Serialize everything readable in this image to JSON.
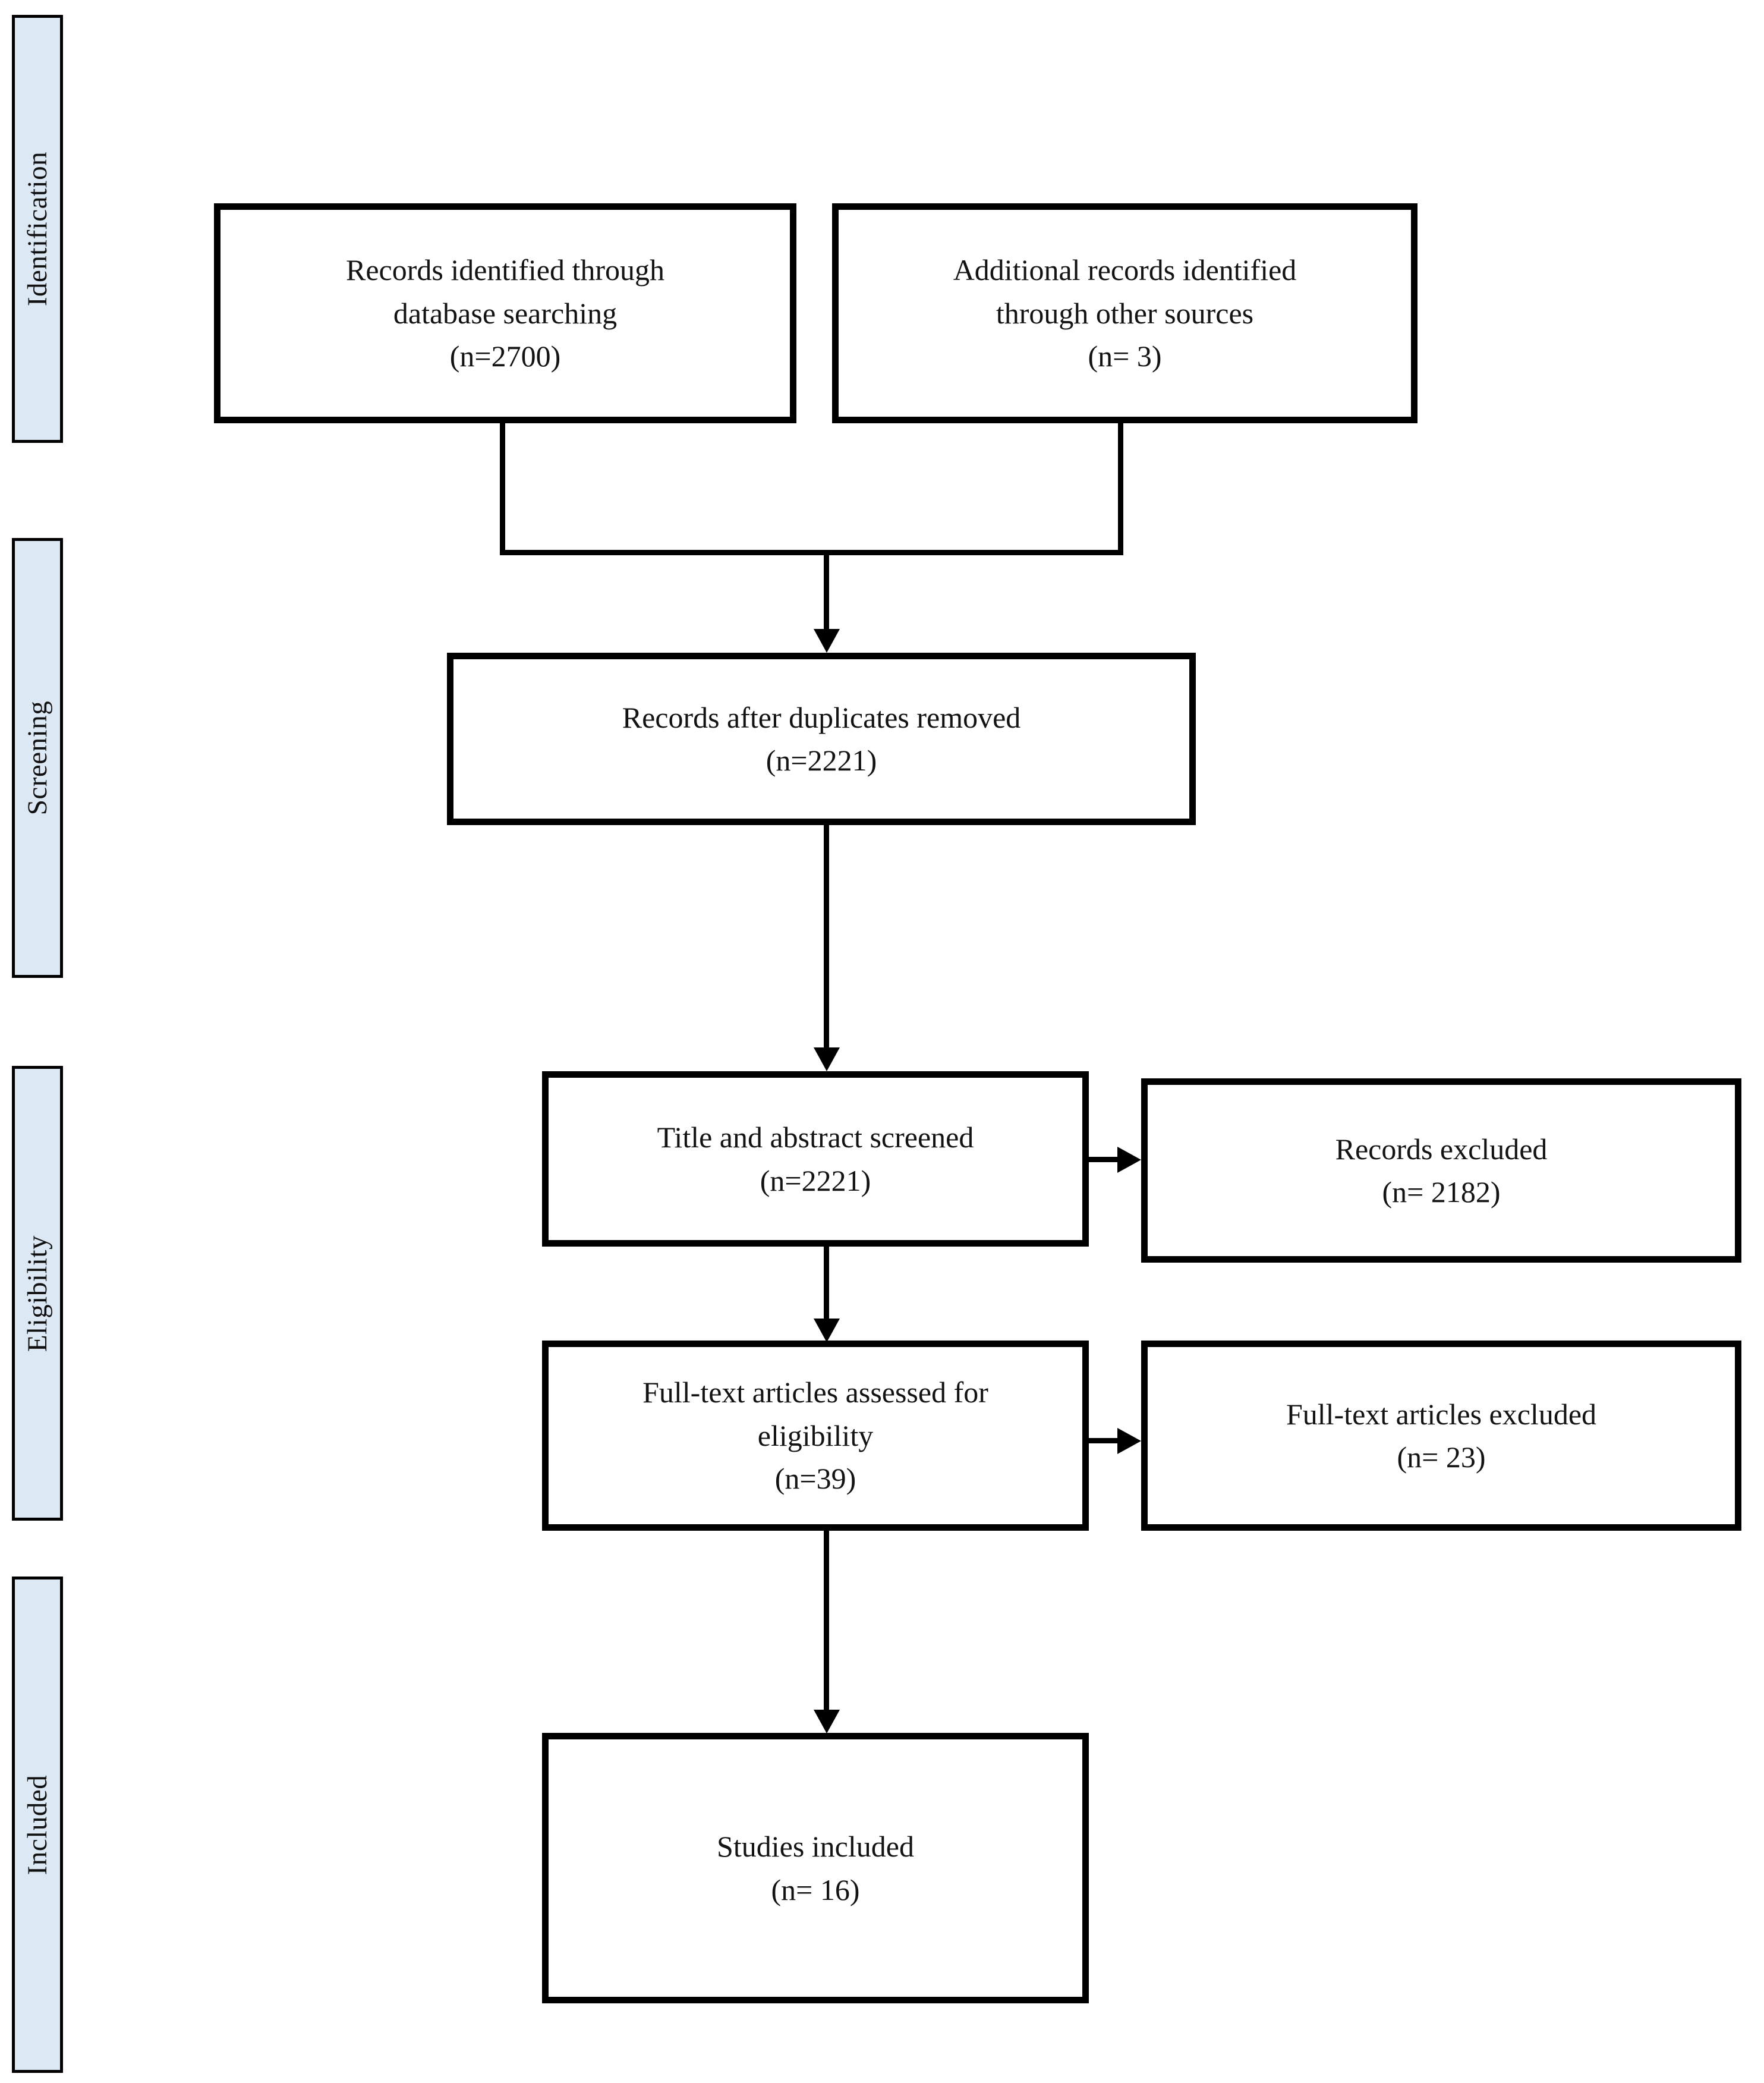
{
  "diagram": {
    "type": "prisma-flow-diagram",
    "accent_color": "#dde8f5",
    "line_color": "#000000",
    "stages": [
      {
        "id": "identification",
        "label": "Identification"
      },
      {
        "id": "screening",
        "label": "Screening"
      },
      {
        "id": "eligibility",
        "label": "Eligibility"
      },
      {
        "id": "included",
        "label": "Included"
      }
    ],
    "boxes": {
      "database_search": {
        "line1": "Records identified through",
        "line2": "database searching",
        "count": "(n=2700)"
      },
      "other_sources": {
        "line1": "Additional records identified",
        "line2": "through other sources",
        "count": "(n= 3)"
      },
      "duplicates_removed": {
        "line1": "Records after duplicates removed",
        "count": "(n=2221)"
      },
      "title_abstract_screened": {
        "line1": "Title and abstract screened",
        "count": "(n=2221)"
      },
      "records_excluded": {
        "line1": "Records excluded",
        "count": "(n= 2182)"
      },
      "fulltext_assessed": {
        "line1": "Full-text articles assessed for",
        "line2": "eligibility",
        "count": "(n=39)"
      },
      "fulltext_excluded": {
        "line1": "Full-text articles excluded",
        "count": "(n= 23)"
      },
      "studies_included": {
        "line1": "Studies included",
        "count": "(n= 16)"
      }
    }
  }
}
